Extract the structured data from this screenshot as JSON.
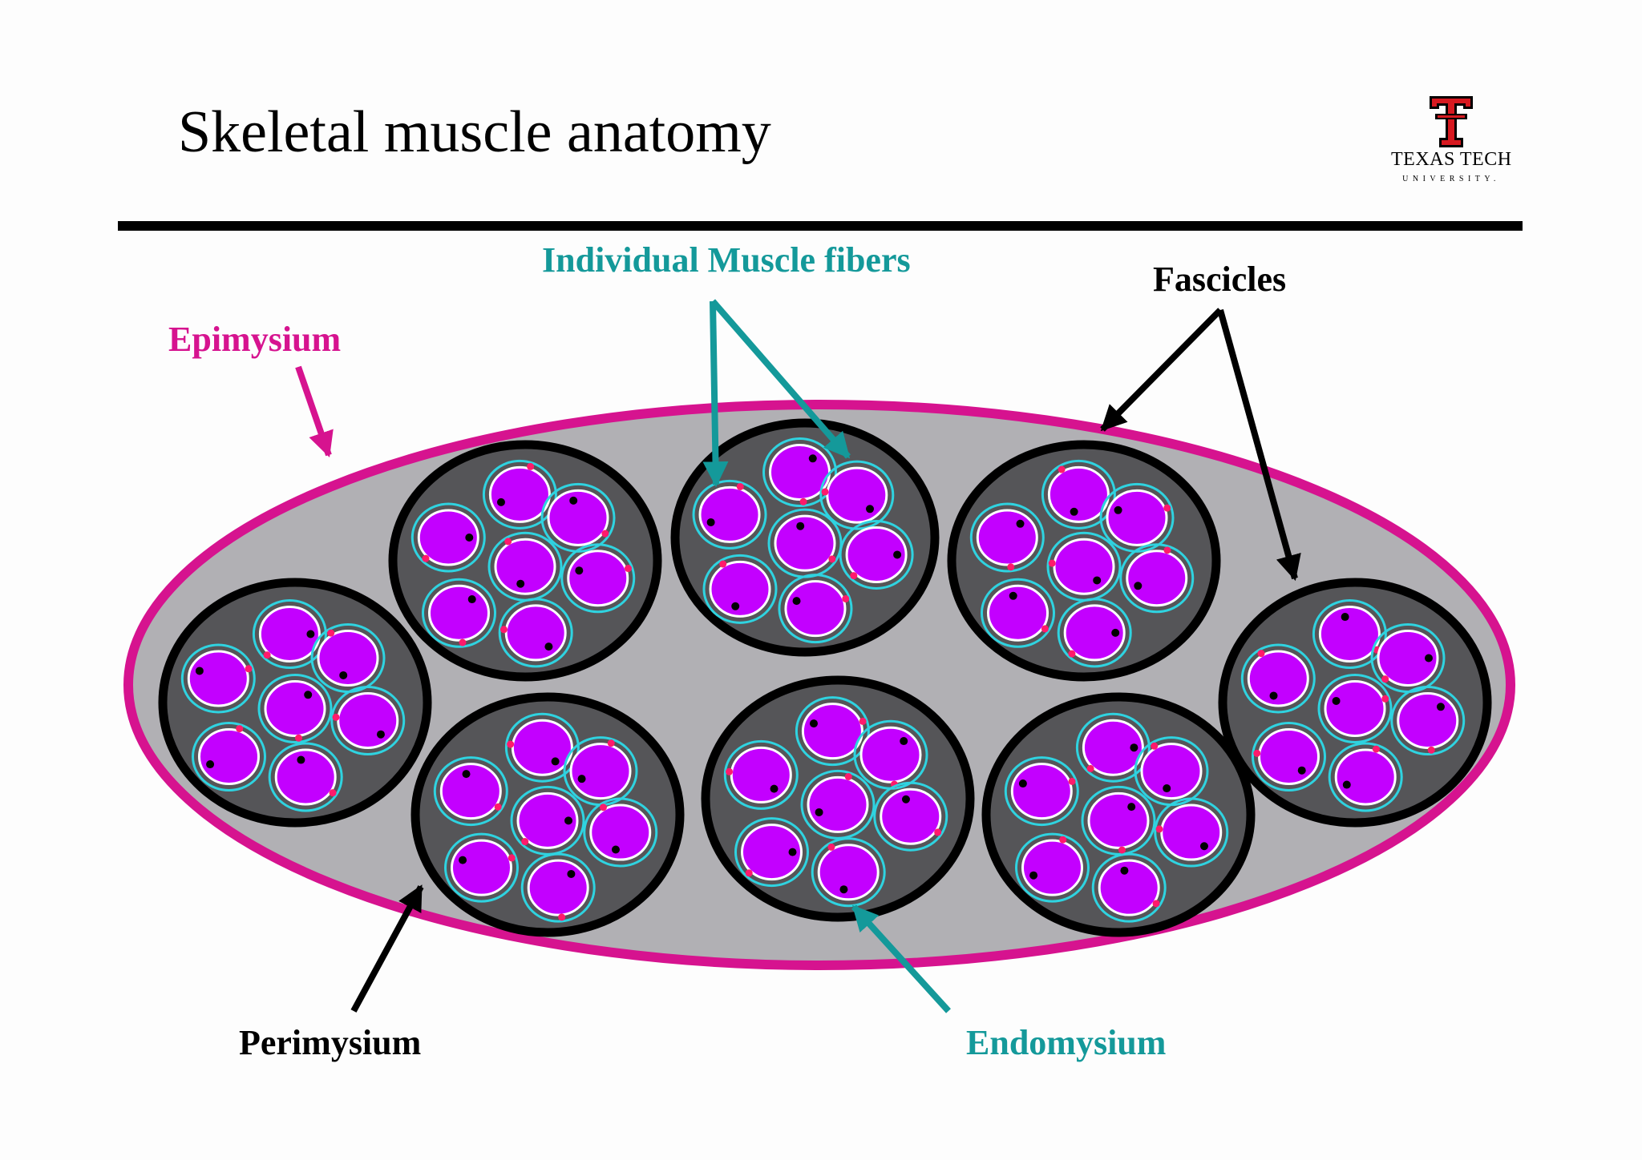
{
  "slide": {
    "title": "Skeletal muscle anatomy"
  },
  "logo": {
    "name": "TEXAS TECH",
    "subtitle": "UNIVERSITY."
  },
  "labels": {
    "individual_fibers": "Individual Muscle fibers",
    "fascicles": "Fascicles",
    "epimysium": "Epimysium",
    "perimysium": "Perimysium",
    "endomysium": "Endomysium"
  },
  "colors": {
    "epimysium": "#d6138f",
    "fiber_label": "#14999a",
    "perimysium": "#000000",
    "endomysium": "#2fd3e0",
    "muscle_fiber": "#c300ff",
    "fascicle_fill": "#555558",
    "muscle_fill": "#b1b0b4"
  }
}
